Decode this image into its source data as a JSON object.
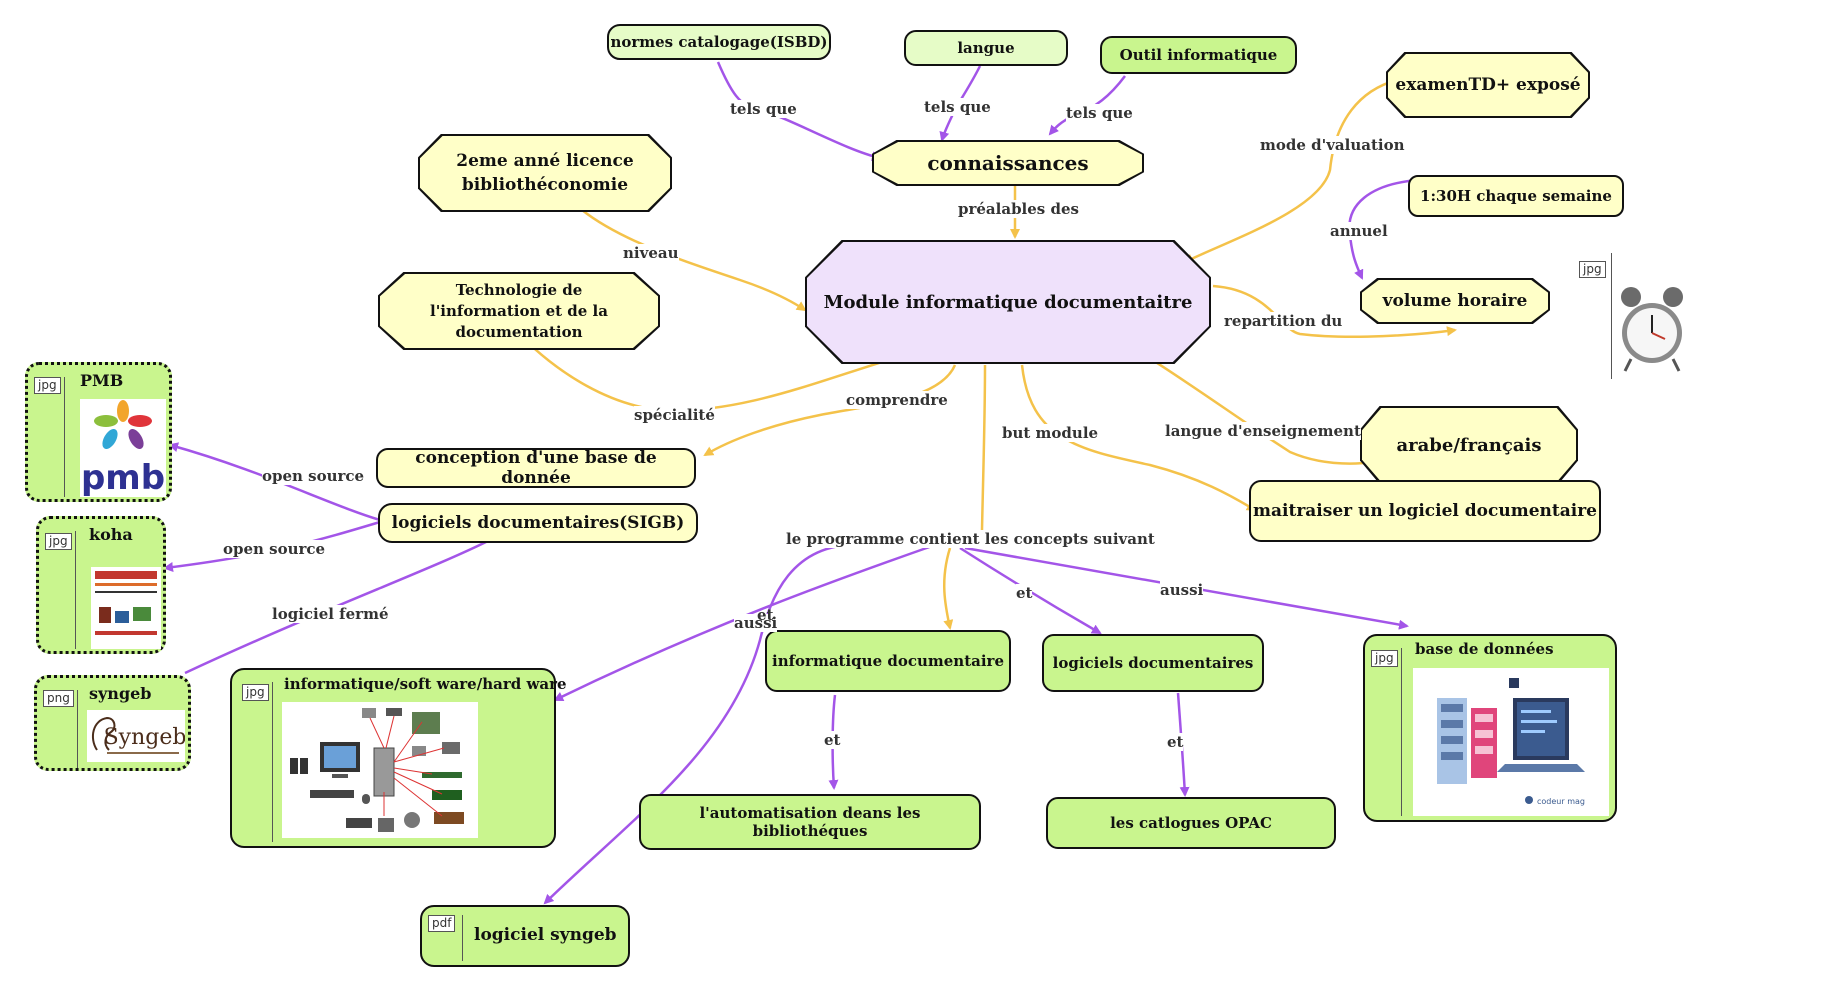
{
  "colors": {
    "green": "#c9f58e",
    "yellow": "#ffffc8",
    "lavender": "#efe1fb",
    "purple_link": "#a355e8",
    "orange_link": "#f4c24a"
  },
  "nodes": {
    "center": "Module informatique documentaitre",
    "connaissances": "connaissances",
    "normes": "normes catalogage(ISBD)",
    "langue": "langue",
    "outil": "Outil informatique",
    "examen": "examenTD+ exposé",
    "annee": "2eme anné licence bibliothéconomie",
    "horaire_hebdo": "1:30H chaque semaine",
    "volume": "volume horaire",
    "techno": "Technologie de l'information et de la documentation",
    "conception": "conception d'une base de donnée",
    "logiciels_sigb": "logiciels documentaires(SIGB)",
    "arabe": "arabe/français",
    "maitraiser": "maitraiser un logiciel documentaire",
    "info_doc": "informatique documentaire",
    "log_doc": "logiciels documentaires",
    "automatisation": "l'automatisation deans les bibliothéques",
    "opac": "les catlogues OPAC"
  },
  "resources": {
    "pmb": {
      "title": "PMB",
      "type": "jpg",
      "logo": "pmb"
    },
    "koha": {
      "title": "koha",
      "type": "jpg"
    },
    "syngeb": {
      "title": "syngeb",
      "type": "png",
      "logo": "Syngeb"
    },
    "hardware": {
      "title": "informatique/soft ware/hard ware",
      "type": "jpg"
    },
    "base_donnees": {
      "title": "base de données",
      "type": "jpg",
      "caption": "codeur mag"
    },
    "logiciel_syngeb": {
      "title": "logiciel syngeb",
      "type": "pdf"
    },
    "clock": {
      "type": "jpg"
    }
  },
  "links": {
    "tels_que_1": "tels que",
    "tels_que_2": "tels que",
    "tels_que_3": "tels que",
    "prealables": "préalables des",
    "mode_evaluation": "mode d'valuation",
    "annuel": "annuel",
    "niveau": "niveau",
    "repartition": "repartition du",
    "specialite": "spécialité",
    "comprendre": "comprendre",
    "but_module": "but  module",
    "langue_ens": "langue d'enseignement",
    "open_source_1": "open source",
    "open_source_2": "open source",
    "logiciel_ferme": "logiciel fermé",
    "programme": "le programme contient les concepts suivant",
    "aussi_1": "aussi",
    "aussi_2": "aussi",
    "et_1": "et",
    "et_2": "et",
    "et_3": "et",
    "et_4": "et"
  }
}
